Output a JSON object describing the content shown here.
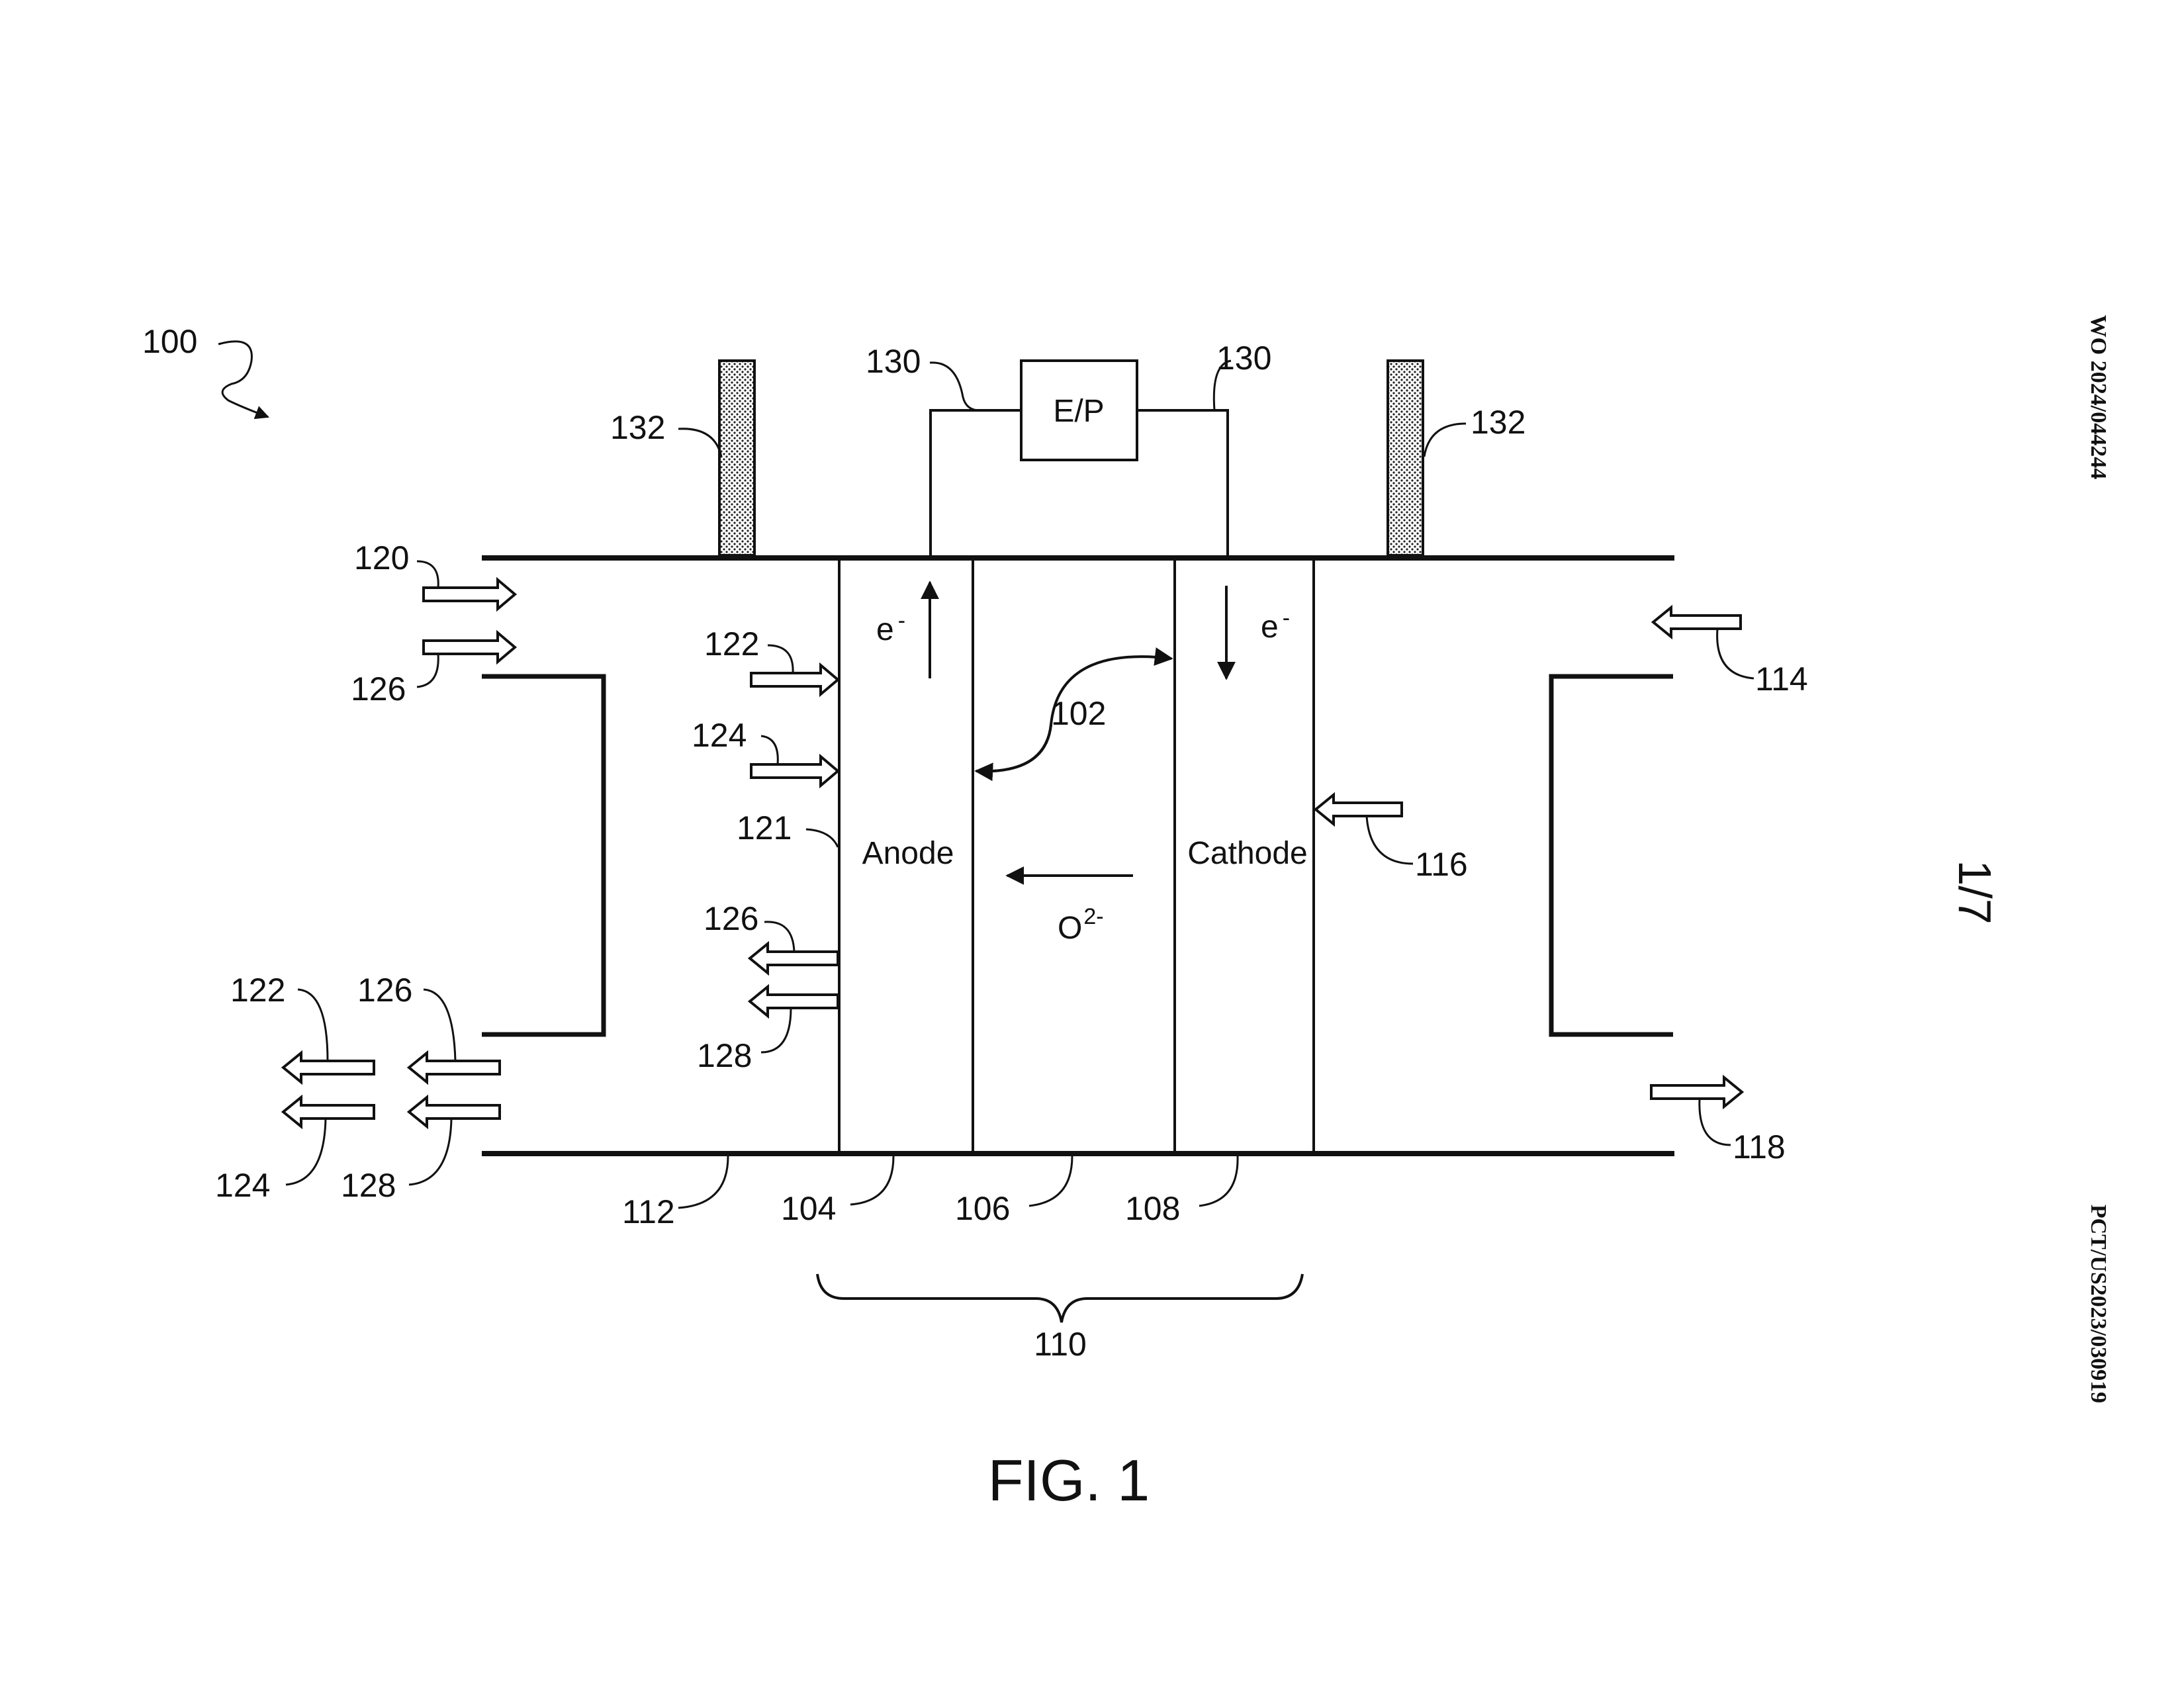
{
  "figure_caption": "FIG. 1",
  "sheet_number": "1/7",
  "publication_number": "WO 2024/044244",
  "application_number": "PCT/US2023/030919",
  "power_box_label": "E/P",
  "layer_labels": {
    "anode": "Anode",
    "cathode": "Cathode"
  },
  "electron_label": "e",
  "electron_superscript": "-",
  "oxide_label": "O",
  "oxide_superscript": "2-",
  "refs": {
    "r100": "100",
    "r102": "102",
    "r104": "104",
    "r106": "106",
    "r108": "108",
    "r110": "110",
    "r112": "112",
    "r114": "114",
    "r116": "116",
    "r118": "118",
    "r120": "120",
    "r121": "121",
    "r122_in": "122",
    "r122_out": "122",
    "r124_in": "124",
    "r124_out": "124",
    "r126_top": "126",
    "r126_mid": "126",
    "r126_out": "126",
    "r128_mid": "128",
    "r128_out": "128",
    "r130_left": "130",
    "r130_right": "130",
    "r132_left": "132",
    "r132_right": "132"
  }
}
